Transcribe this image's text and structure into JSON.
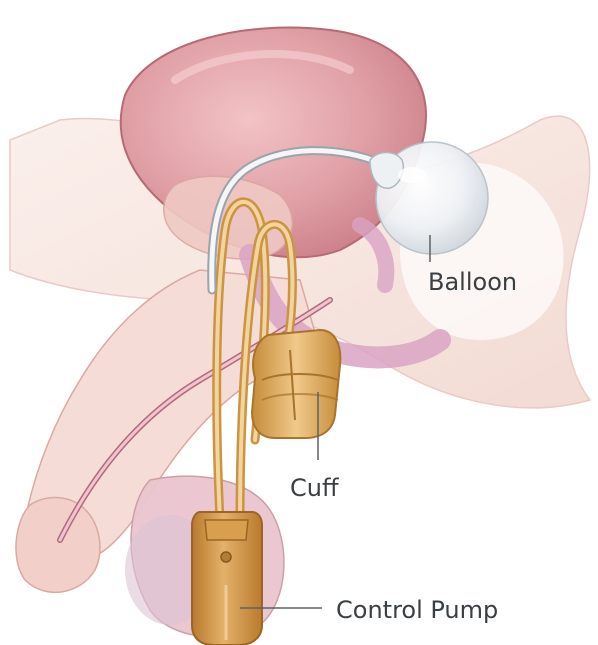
{
  "labels": {
    "balloon": "Balloon",
    "cuff": "Cuff",
    "control_pump": "Control Pump"
  },
  "colors": {
    "bladder": "#d98e96",
    "tissue": "#f4d9d6",
    "bone": "#f6e2dc",
    "device_gold": "#d9a44e",
    "balloon": "#e9edf1",
    "leader_line": "#5d6166",
    "label_text": "#3a3f44"
  }
}
